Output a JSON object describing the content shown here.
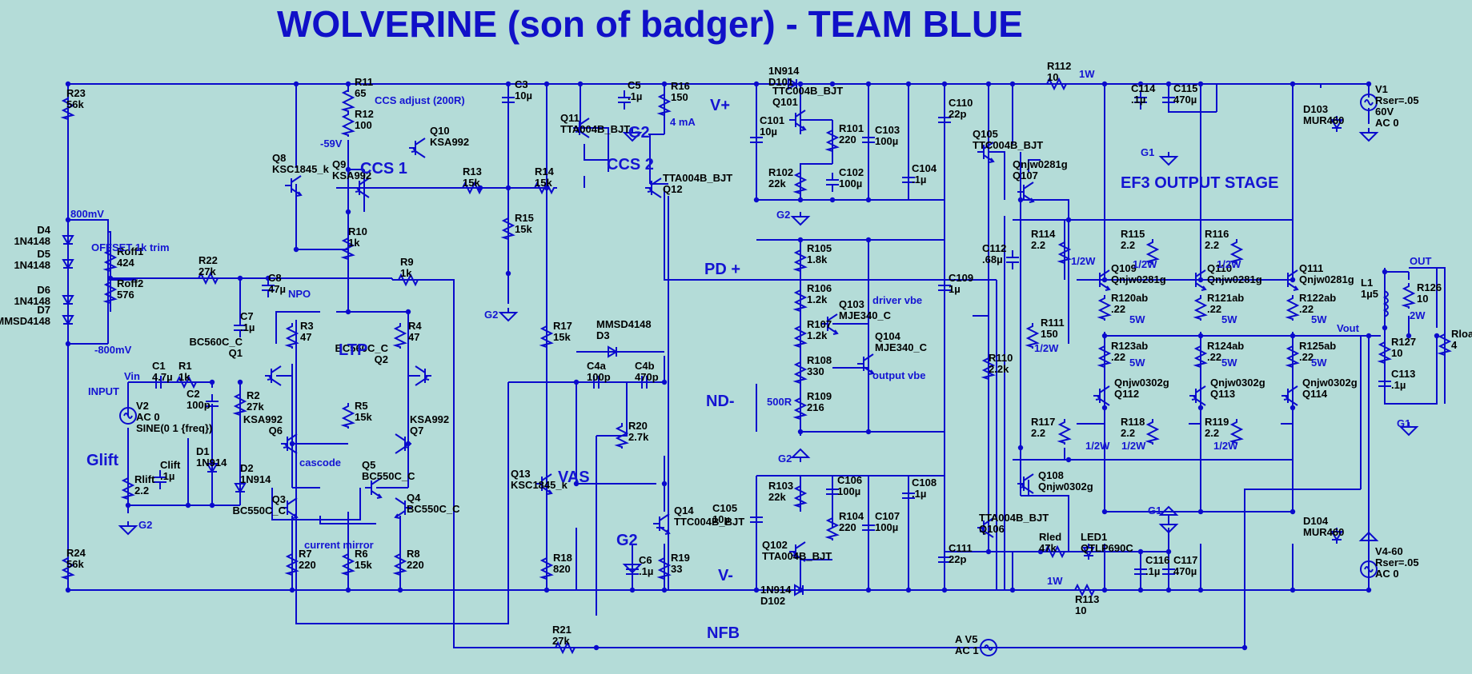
{
  "title": "WOLVERINE (son of badger) - TEAM BLUE",
  "section_labels": [
    {
      "id": "ccs1",
      "text": "CCS 1"
    },
    {
      "id": "ccs2",
      "text": "CCS 2"
    },
    {
      "id": "ltp",
      "text": "LTP"
    },
    {
      "id": "vas",
      "text": "VAS"
    },
    {
      "id": "vplus",
      "text": "V+"
    },
    {
      "id": "vminus",
      "text": "V-"
    },
    {
      "id": "pdplus",
      "text": "PD +"
    },
    {
      "id": "ndminus",
      "text": "ND-"
    },
    {
      "id": "nfb",
      "text": "NFB"
    },
    {
      "id": "ef3",
      "text": "EF3 OUTPUT STAGE"
    },
    {
      "id": "glift",
      "text": "Glift"
    },
    {
      "id": "g2a",
      "text": "G2"
    },
    {
      "id": "g2b",
      "text": "G2"
    }
  ],
  "net_labels": [
    {
      "id": "ccs_adjust",
      "text": "CCS adjust (200R)"
    },
    {
      "id": "m59v",
      "text": "-59V"
    },
    {
      "id": "ma4",
      "text": "4 mA"
    },
    {
      "id": "mv800",
      "text": "800mV"
    },
    {
      "id": "offset",
      "text": "OFFSET 1k trim"
    },
    {
      "id": "npo",
      "text": "NPO"
    },
    {
      "id": "mvm800",
      "text": "-800mV"
    },
    {
      "id": "input",
      "text": "INPUT"
    },
    {
      "id": "cascode",
      "text": "cascode"
    },
    {
      "id": "cmirror",
      "text": "current mirror"
    },
    {
      "id": "drvvbe",
      "text": "driver vbe"
    },
    {
      "id": "outvbe",
      "text": "output vbe"
    },
    {
      "id": "r500",
      "text": "500R"
    },
    {
      "id": "w1a",
      "text": "1W"
    },
    {
      "id": "w1b",
      "text": "1W"
    },
    {
      "id": "out",
      "text": "OUT"
    },
    {
      "id": "vout",
      "text": "Vout"
    },
    {
      "id": "vin",
      "text": "Vin"
    },
    {
      "id": "g2c",
      "text": "G2"
    },
    {
      "id": "g2d",
      "text": "G2"
    },
    {
      "id": "g2e",
      "text": "G2"
    },
    {
      "id": "g2f",
      "text": "G2"
    },
    {
      "id": "g1a",
      "text": "G1"
    },
    {
      "id": "g1b",
      "text": "G1"
    },
    {
      "id": "g1c",
      "text": "G1"
    },
    {
      "id": "w12a",
      "text": "1/2W"
    },
    {
      "id": "w12b",
      "text": "1/2W"
    },
    {
      "id": "w12c",
      "text": "1/2W"
    },
    {
      "id": "w12d",
      "text": "1/2W"
    },
    {
      "id": "w12e",
      "text": "1/2W"
    },
    {
      "id": "w12f",
      "text": "1/2W"
    },
    {
      "id": "w12g",
      "text": "1/2W"
    },
    {
      "id": "w5a",
      "text": "5W"
    },
    {
      "id": "w5b",
      "text": "5W"
    },
    {
      "id": "w5c",
      "text": "5W"
    },
    {
      "id": "w5d",
      "text": "5W"
    },
    {
      "id": "w5e",
      "text": "5W"
    },
    {
      "id": "w5f",
      "text": "5W"
    },
    {
      "id": "w2",
      "text": "2W"
    }
  ],
  "components": [
    {
      "id": "R23",
      "lines": [
        "R23",
        "56k"
      ]
    },
    {
      "id": "R24",
      "lines": [
        "R24",
        "56k"
      ]
    },
    {
      "id": "D4",
      "lines": [
        "D4",
        "1N4148"
      ]
    },
    {
      "id": "D5",
      "lines": [
        "D5",
        "1N4148"
      ]
    },
    {
      "id": "D6",
      "lines": [
        "D6",
        "1N4148"
      ]
    },
    {
      "id": "D7",
      "lines": [
        "D7",
        "MMSD4148"
      ]
    },
    {
      "id": "Roff1",
      "lines": [
        "Roff1",
        "424"
      ]
    },
    {
      "id": "Roff2",
      "lines": [
        "Roff2",
        "576"
      ]
    },
    {
      "id": "R22",
      "lines": [
        "R22",
        "27k"
      ]
    },
    {
      "id": "C8",
      "lines": [
        "C8",
        "47µ"
      ]
    },
    {
      "id": "C7",
      "lines": [
        "C7",
        ".1µ"
      ]
    },
    {
      "id": "C1",
      "lines": [
        "C1",
        "4.7µ"
      ]
    },
    {
      "id": "R1",
      "lines": [
        "R1",
        "1k"
      ]
    },
    {
      "id": "C2",
      "lines": [
        "C2",
        "100p"
      ]
    },
    {
      "id": "R2",
      "lines": [
        "R2",
        "27k"
      ]
    },
    {
      "id": "V2",
      "lines": [
        "V2",
        "AC 0",
        "SINE(0 1 {freq})"
      ]
    },
    {
      "id": "Rlift",
      "lines": [
        "Rlift",
        "2.2"
      ]
    },
    {
      "id": "Clift",
      "lines": [
        "Clift",
        ".1µ"
      ]
    },
    {
      "id": "D1",
      "lines": [
        "D1",
        "1N914"
      ]
    },
    {
      "id": "D2",
      "lines": [
        "D2",
        "1N914"
      ]
    },
    {
      "id": "R11",
      "lines": [
        "R11",
        "65"
      ]
    },
    {
      "id": "R12",
      "lines": [
        "R12",
        "100"
      ]
    },
    {
      "id": "Q10",
      "lines": [
        "Q10",
        "KSA992"
      ]
    },
    {
      "id": "Q8",
      "lines": [
        "Q8",
        "KSC1845_k"
      ]
    },
    {
      "id": "Q9",
      "lines": [
        "Q9",
        "KSA992"
      ]
    },
    {
      "id": "R10",
      "lines": [
        "R10",
        "1k"
      ]
    },
    {
      "id": "R9",
      "lines": [
        "R9",
        "1k"
      ]
    },
    {
      "id": "R13",
      "lines": [
        "R13",
        "15k"
      ]
    },
    {
      "id": "R3",
      "lines": [
        "R3",
        "47"
      ]
    },
    {
      "id": "R4",
      "lines": [
        "R4",
        "47"
      ]
    },
    {
      "id": "Q1",
      "lines": [
        "BC560C_C",
        "Q1"
      ]
    },
    {
      "id": "Q2",
      "lines": [
        "BC560C_C",
        "Q2"
      ]
    },
    {
      "id": "R5",
      "lines": [
        "R5",
        "15k"
      ]
    },
    {
      "id": "Q6",
      "lines": [
        "KSA992",
        "Q6"
      ]
    },
    {
      "id": "Q7",
      "lines": [
        "KSA992",
        "Q7"
      ]
    },
    {
      "id": "Q5",
      "lines": [
        "Q5",
        "BC550C_C"
      ]
    },
    {
      "id": "Q3",
      "lines": [
        "Q3",
        "BC550C_C"
      ]
    },
    {
      "id": "Q4",
      "lines": [
        "Q4",
        "BC550C_C"
      ]
    },
    {
      "id": "R7",
      "lines": [
        "R7",
        "220"
      ]
    },
    {
      "id": "R6",
      "lines": [
        "R6",
        "15k"
      ]
    },
    {
      "id": "R8",
      "lines": [
        "R8",
        "220"
      ]
    },
    {
      "id": "C3",
      "lines": [
        "C3",
        "10µ"
      ]
    },
    {
      "id": "C5",
      "lines": [
        "C5",
        ".1µ"
      ]
    },
    {
      "id": "R16",
      "lines": [
        "R16",
        "150"
      ]
    },
    {
      "id": "Q11",
      "lines": [
        "Q11",
        "TTA004B_BJT"
      ]
    },
    {
      "id": "Q12",
      "lines": [
        "TTA004B_BJT",
        "Q12"
      ]
    },
    {
      "id": "R14",
      "lines": [
        "R14",
        "15k"
      ]
    },
    {
      "id": "R15",
      "lines": [
        "R15",
        "15k"
      ]
    },
    {
      "id": "R17",
      "lines": [
        "R17",
        "15k"
      ]
    },
    {
      "id": "D3",
      "lines": [
        "MMSD4148",
        "D3"
      ]
    },
    {
      "id": "C4a",
      "lines": [
        "C4a",
        "100p"
      ]
    },
    {
      "id": "C4b",
      "lines": [
        "C4b",
        "470p"
      ]
    },
    {
      "id": "R20",
      "lines": [
        "R20",
        "2.7k"
      ]
    },
    {
      "id": "Q13",
      "lines": [
        "Q13",
        "KSC1845_k"
      ]
    },
    {
      "id": "R18",
      "lines": [
        "R18",
        "820"
      ]
    },
    {
      "id": "Q14",
      "lines": [
        "Q14",
        "TTC004B_BJT"
      ]
    },
    {
      "id": "C6",
      "lines": [
        "C6",
        ".1µ"
      ]
    },
    {
      "id": "R19",
      "lines": [
        "R19",
        "33"
      ]
    },
    {
      "id": "R21",
      "lines": [
        "R21",
        "27k"
      ]
    },
    {
      "id": "D101",
      "lines": [
        "1N914",
        "D101"
      ]
    },
    {
      "id": "Q101",
      "lines": [
        "TTC004B_BJT",
        "Q101"
      ]
    },
    {
      "id": "C101",
      "lines": [
        "C101",
        "10µ"
      ]
    },
    {
      "id": "R101",
      "lines": [
        "R101",
        "220"
      ]
    },
    {
      "id": "C103",
      "lines": [
        "C103",
        "100µ"
      ]
    },
    {
      "id": "R102",
      "lines": [
        "R102",
        "22k"
      ]
    },
    {
      "id": "C102",
      "lines": [
        "C102",
        "100µ"
      ]
    },
    {
      "id": "C104",
      "lines": [
        "C104",
        ".1µ"
      ]
    },
    {
      "id": "R105",
      "lines": [
        "R105",
        "1.8k"
      ]
    },
    {
      "id": "R106",
      "lines": [
        "R106",
        "1.2k"
      ]
    },
    {
      "id": "Q103",
      "lines": [
        "Q103",
        "MJE340_C"
      ]
    },
    {
      "id": "R107",
      "lines": [
        "R107",
        "1.2k"
      ]
    },
    {
      "id": "Q104",
      "lines": [
        "Q104",
        "MJE340_C"
      ]
    },
    {
      "id": "R108",
      "lines": [
        "R108",
        "330"
      ]
    },
    {
      "id": "R109",
      "lines": [
        "R109",
        "216"
      ]
    },
    {
      "id": "R103",
      "lines": [
        "R103",
        "22k"
      ]
    },
    {
      "id": "C106",
      "lines": [
        "C106",
        "100µ"
      ]
    },
    {
      "id": "C105",
      "lines": [
        "C105",
        "10µ"
      ]
    },
    {
      "id": "R104",
      "lines": [
        "R104",
        "220"
      ]
    },
    {
      "id": "C107",
      "lines": [
        "C107",
        "100µ"
      ]
    },
    {
      "id": "C108",
      "lines": [
        "C108",
        ".1µ"
      ]
    },
    {
      "id": "Q102",
      "lines": [
        "Q102",
        "TTA004B_BJT"
      ]
    },
    {
      "id": "D102",
      "lines": [
        "1N914",
        "D102"
      ]
    },
    {
      "id": "C110",
      "lines": [
        "C110",
        "22p"
      ]
    },
    {
      "id": "Q105",
      "lines": [
        "Q105",
        "TTC004B_BJT"
      ]
    },
    {
      "id": "C109",
      "lines": [
        "C109",
        "1µ"
      ]
    },
    {
      "id": "C112",
      "lines": [
        "C112",
        ".68µ"
      ]
    },
    {
      "id": "R110",
      "lines": [
        "R110",
        "2.2k"
      ]
    },
    {
      "id": "Q107",
      "lines": [
        "Qnjw0281g",
        "Q107"
      ]
    },
    {
      "id": "R111",
      "lines": [
        "R111",
        "150"
      ]
    },
    {
      "id": "Q108",
      "lines": [
        "Q108",
        "Qnjw0302g"
      ]
    },
    {
      "id": "Q106",
      "lines": [
        "TTA004B_BJT",
        "Q106"
      ]
    },
    {
      "id": "C111",
      "lines": [
        "C111",
        "22p"
      ]
    },
    {
      "id": "Rled",
      "lines": [
        "Rled",
        "47k"
      ]
    },
    {
      "id": "LED1",
      "lines": [
        "LED1",
        "QTLP690C"
      ]
    },
    {
      "id": "R113",
      "lines": [
        "R113",
        "10"
      ]
    },
    {
      "id": "C116",
      "lines": [
        "C116",
        ".1µ"
      ]
    },
    {
      "id": "C117",
      "lines": [
        "C117",
        "470µ"
      ]
    },
    {
      "id": "R112",
      "lines": [
        "R112",
        "10"
      ]
    },
    {
      "id": "C114",
      "lines": [
        "C114",
        ".1µ"
      ]
    },
    {
      "id": "C115",
      "lines": [
        "C115",
        "470µ"
      ]
    },
    {
      "id": "R114",
      "lines": [
        "R114",
        "2.2"
      ]
    },
    {
      "id": "R115",
      "lines": [
        "R115",
        "2.2"
      ]
    },
    {
      "id": "R116",
      "lines": [
        "R116",
        "2.2"
      ]
    },
    {
      "id": "Q109",
      "lines": [
        "Q109",
        "Qnjw0281g"
      ]
    },
    {
      "id": "Q110",
      "lines": [
        "Q110",
        "Qnjw0281g"
      ]
    },
    {
      "id": "Q111",
      "lines": [
        "Q111",
        "Qnjw0281g"
      ]
    },
    {
      "id": "R120ab",
      "lines": [
        "R120ab",
        ".22"
      ]
    },
    {
      "id": "R121ab",
      "lines": [
        "R121ab",
        ".22"
      ]
    },
    {
      "id": "R122ab",
      "lines": [
        "R122ab",
        ".22"
      ]
    },
    {
      "id": "R123ab",
      "lines": [
        "R123ab",
        ".22"
      ]
    },
    {
      "id": "R124ab",
      "lines": [
        "R124ab",
        ".22"
      ]
    },
    {
      "id": "R125ab",
      "lines": [
        "R125ab",
        ".22"
      ]
    },
    {
      "id": "Q112",
      "lines": [
        "Qnjw0302g",
        "Q112"
      ]
    },
    {
      "id": "Q113",
      "lines": [
        "Qnjw0302g",
        "Q113"
      ]
    },
    {
      "id": "Q114",
      "lines": [
        "Qnjw0302g",
        "Q114"
      ]
    },
    {
      "id": "R117",
      "lines": [
        "R117",
        "2.2"
      ]
    },
    {
      "id": "R118",
      "lines": [
        "R118",
        "2.2"
      ]
    },
    {
      "id": "R119",
      "lines": [
        "R119",
        "2.2"
      ]
    },
    {
      "id": "L1",
      "lines": [
        "L1",
        "1µ5"
      ]
    },
    {
      "id": "R126",
      "lines": [
        "R126",
        "10"
      ]
    },
    {
      "id": "R127",
      "lines": [
        "R127",
        "10"
      ]
    },
    {
      "id": "C113",
      "lines": [
        "C113",
        ".1µ"
      ]
    },
    {
      "id": "Rload",
      "lines": [
        "Rload",
        "4"
      ]
    },
    {
      "id": "D103",
      "lines": [
        "D103",
        "MUR460"
      ]
    },
    {
      "id": "D104",
      "lines": [
        "D104",
        "MUR460"
      ]
    },
    {
      "id": "V1",
      "lines": [
        "V1",
        "Rser=.05",
        "60V",
        "AC 0"
      ]
    },
    {
      "id": "V4",
      "lines": [
        "V4-60",
        "Rser=.05",
        "AC 0"
      ]
    },
    {
      "id": "V5",
      "lines": [
        "A V5",
        "AC 1"
      ]
    }
  ]
}
